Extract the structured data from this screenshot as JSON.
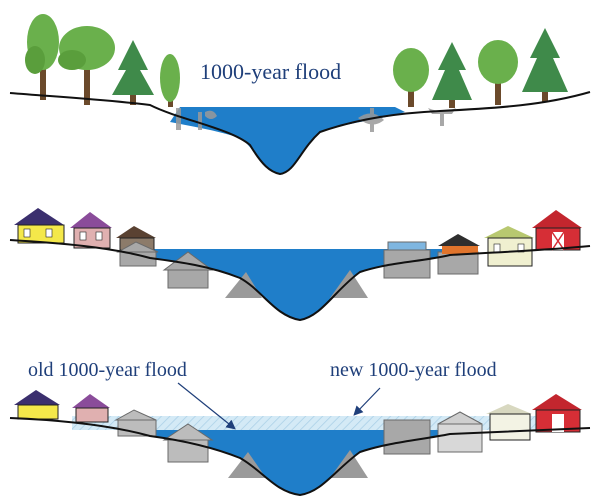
{
  "panels": [
    {
      "id": "top",
      "label": "1000-year flood"
    },
    {
      "id": "middle"
    },
    {
      "id": "bottom",
      "labels": {
        "old": "old 1000-year flood",
        "new": "new 1000-year flood"
      }
    }
  ],
  "colors": {
    "water": "#1f7ec9",
    "old_flood_band": "#cfe6f4",
    "tree_green": "#6ab04c",
    "pine_green": "#3f8a4a",
    "ghost_gray": "#9a9a9a",
    "text_blue": "#1f3f7a"
  },
  "icons": [
    "tree-icon",
    "pine-tree-icon",
    "house-icon",
    "barn-icon",
    "submerged-house-icon",
    "submerged-tree-icon",
    "arrow-icon"
  ]
}
